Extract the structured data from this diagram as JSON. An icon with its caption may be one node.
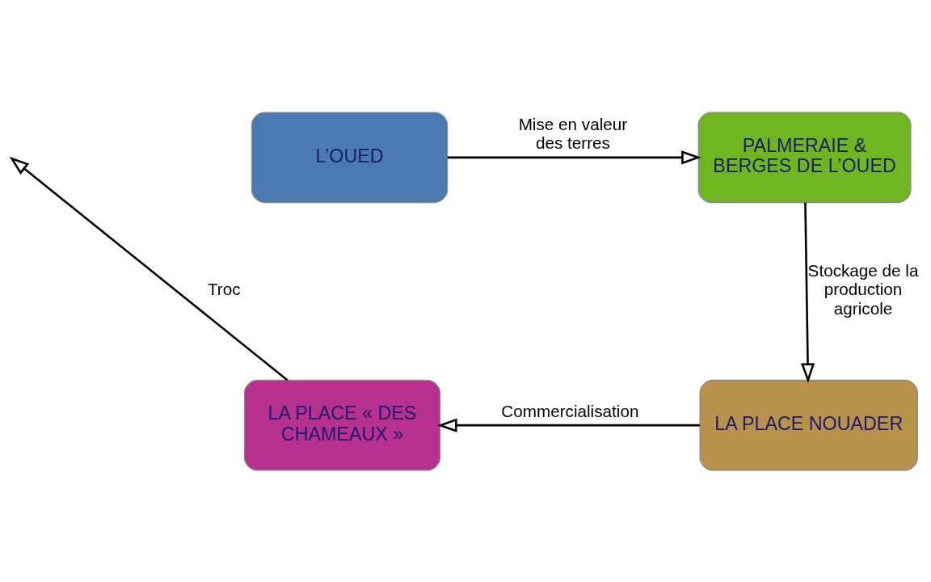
{
  "diagram": {
    "nodes": [
      {
        "text": [
          "L’OUED"
        ]
      },
      {
        "text": [
          "PALMERAIE & BERGES DE L’OUED"
        ]
      },
      {
        "text": [
          "LA PLACE NOUADER"
        ]
      },
      {
        "text": [
          "LA PLACE « DES CHAMEAUX »"
        ]
      }
    ],
    "edges": [
      {
        "from": 0,
        "to": 1,
        "arrow": "to",
        "label": "Mise en valeur des terres"
      },
      {
        "from": 1,
        "to": 2,
        "arrow": "to",
        "label": "Stockage de la production agricole"
      },
      {
        "from": 2,
        "to": 3,
        "arrow": "to",
        "label": "Commercialisation"
      },
      {
        "from": 3,
        "to": null,
        "arrow": "to",
        "label": "Troc"
      }
    ]
  }
}
